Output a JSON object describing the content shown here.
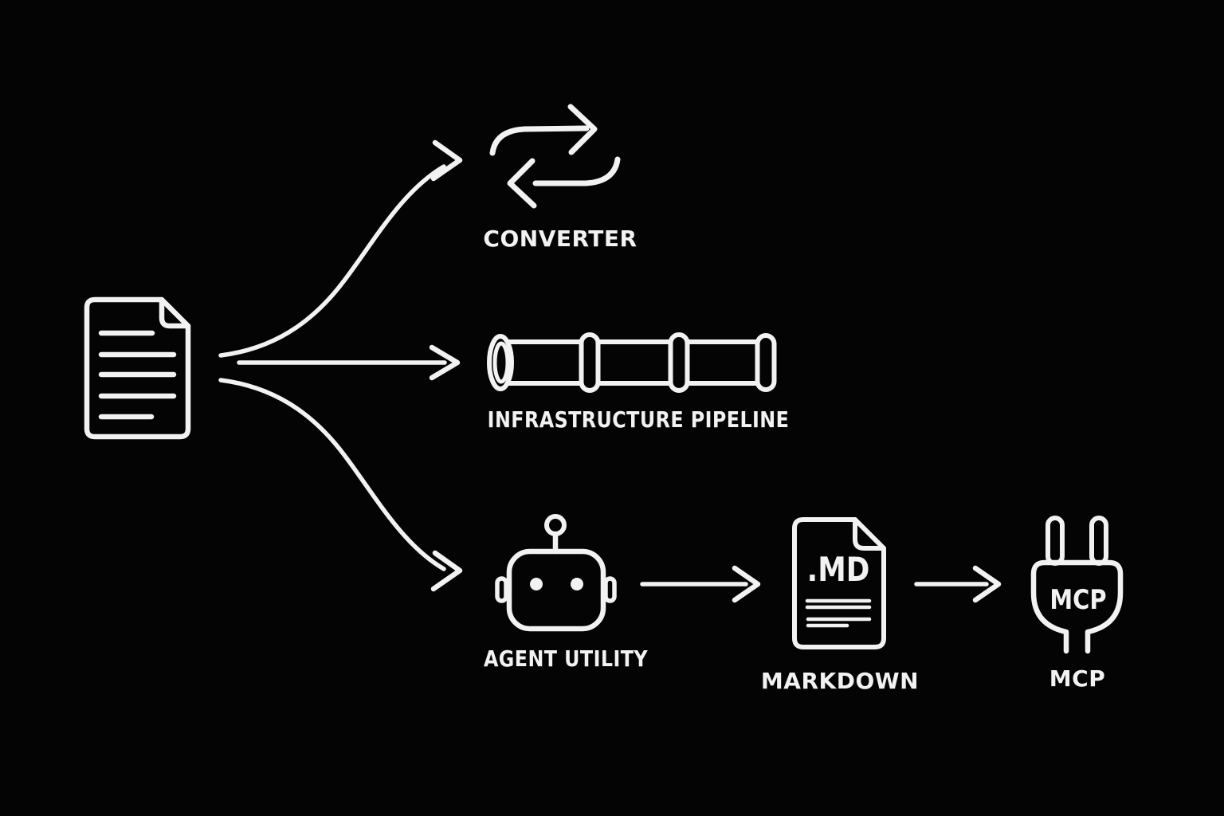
{
  "theme": {
    "background": "#040404",
    "ink": "#f2f2f2"
  },
  "diagram": {
    "source": {
      "icon": "document-icon"
    },
    "branches": [
      {
        "id": "converter",
        "label": "CONVERTER",
        "icon": "swap-arrows-icon"
      },
      {
        "id": "pipeline",
        "label": "INFRASTRUCTURE PIPELINE",
        "icon": "pipe-icon"
      },
      {
        "id": "agent",
        "label": "AGENT UTILITY",
        "icon": "robot-icon"
      }
    ],
    "chain": [
      {
        "id": "markdown",
        "label": "MARKDOWN",
        "badge": ".MD",
        "icon": "markdown-file-icon"
      },
      {
        "id": "mcp",
        "label": "MCP",
        "badge": "MCP",
        "icon": "plug-icon"
      }
    ]
  }
}
